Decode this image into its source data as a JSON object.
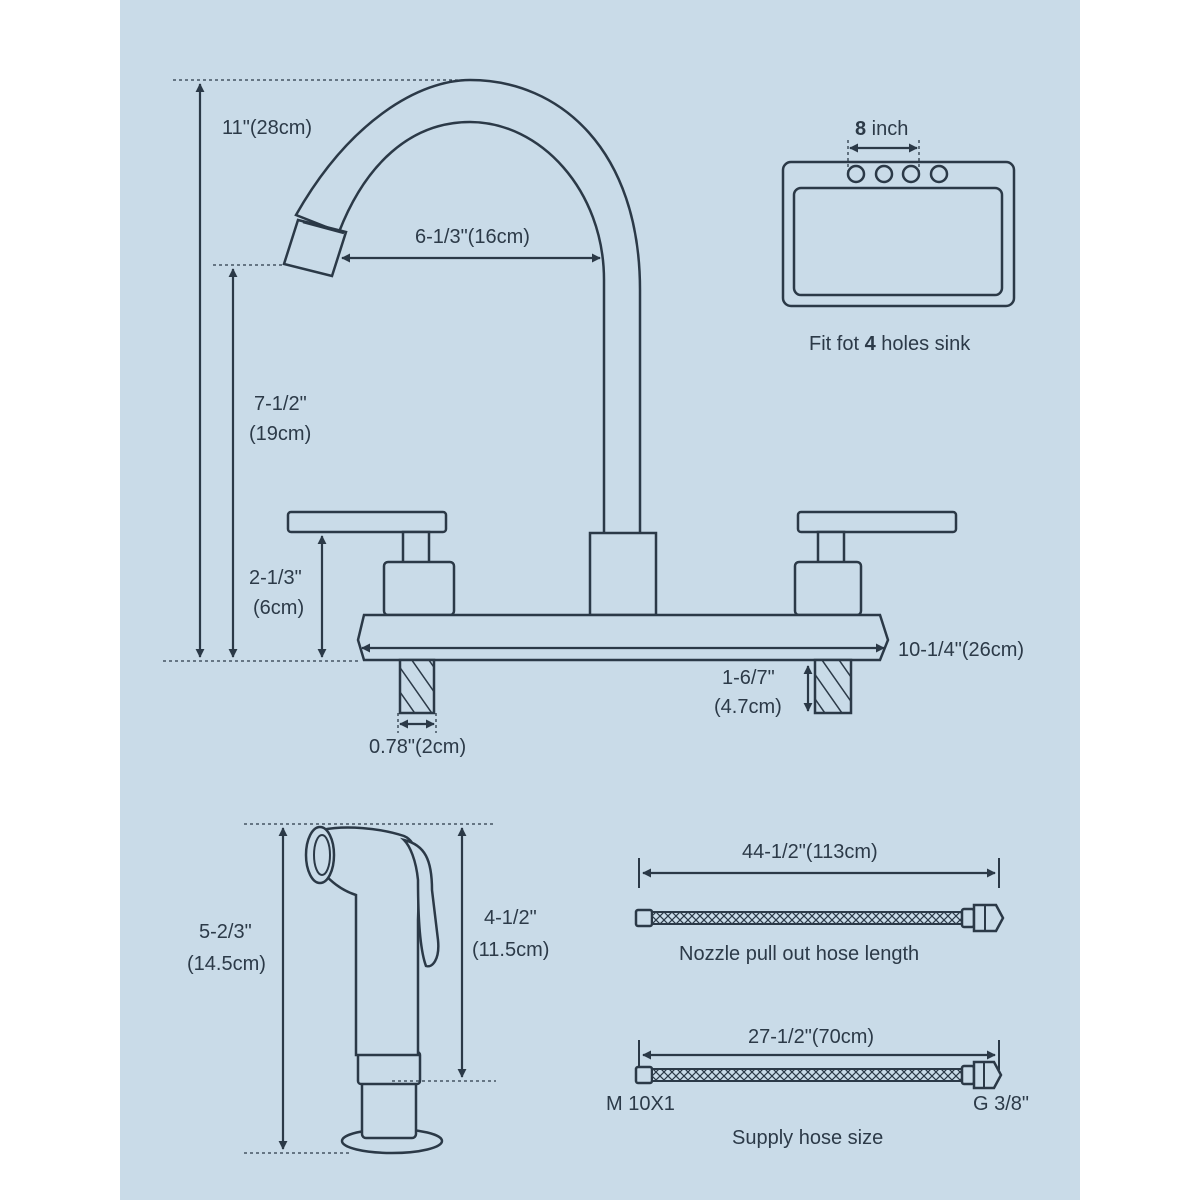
{
  "colors": {
    "background": "#c9dbe8",
    "page": "#ffffff",
    "line": "#2b3947",
    "text": "#2c3a48"
  },
  "faucet": {
    "total_height": "11\"(28cm)",
    "spout_reach": "6-1/3\"(16cm)",
    "spout_height_in": "7-1/2\"",
    "spout_height_cm": "(19cm)",
    "handle_height_in": "2-1/3\"",
    "handle_height_cm": "(6cm)",
    "base_width": "10-1/4\"(26cm)",
    "shank_length_in": "1-6/7\"",
    "shank_length_cm": "(4.7cm)",
    "shank_diameter": "0.78\"(2cm)"
  },
  "sink": {
    "spacing_number": "8",
    "spacing_unit": " inch",
    "fit_prefix": "Fit fot ",
    "fit_number": "4",
    "fit_suffix": " holes sink"
  },
  "sprayer": {
    "total_height_in": "5-2/3\"",
    "total_height_cm": "(14.5cm)",
    "head_height_in": "4-1/2\"",
    "head_height_cm": "(11.5cm)"
  },
  "hoses": {
    "pullout_length": "44-1/2\"(113cm)",
    "pullout_caption": "Nozzle pull out hose length",
    "supply_length": "27-1/2\"(70cm)",
    "supply_caption": "Supply hose size",
    "supply_left_thread": "M 10X1",
    "supply_right_thread": "G 3/8\""
  }
}
